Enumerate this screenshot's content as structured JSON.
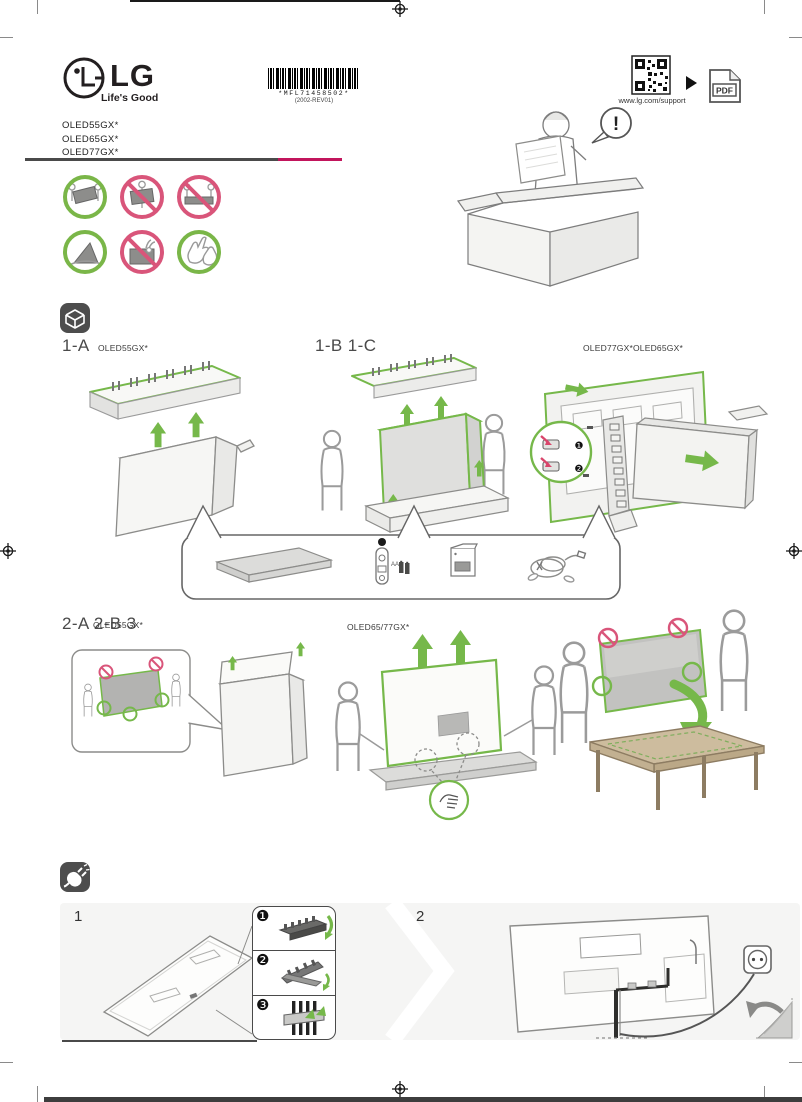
{
  "header": {
    "logo_text": "LG",
    "tagline": "Life's Good",
    "barcode_text": "*MFL71458502*",
    "barcode_rev": "(2002-REV01)",
    "support_url": "www.lg.com/support",
    "pdf_label": "PDF"
  },
  "models": {
    "list": [
      "OLED55GX*",
      "OLED65GX*",
      "OLED77GX*"
    ]
  },
  "notice": {
    "exclamation": "!"
  },
  "unboxing": {
    "step_1a_label": "1-A",
    "step_1a_model": "OLED55GX*",
    "step_1bc_label": "1-B 1-C",
    "step_large_model": "OLED77GX*OLED65GX*",
    "clip_step_1": "❶",
    "clip_step_2": "❷"
  },
  "accessories": {
    "battery_label": "AA"
  },
  "placement": {
    "heading": "2-A 2-B 3",
    "model_small": "OLED55GX*",
    "model_large": "OLED65/77GX*"
  },
  "power_setup": {
    "step_1": "1",
    "step_2": "2",
    "cable_steps": [
      "❶",
      "❷",
      "❸"
    ]
  },
  "colors": {
    "accent_green": "#76b84a",
    "alert_pink": "#d9557a",
    "brand_magenta": "#c2155c",
    "panel_gray": "#f5f5f4",
    "icon_dark": "#4d4d4d"
  }
}
